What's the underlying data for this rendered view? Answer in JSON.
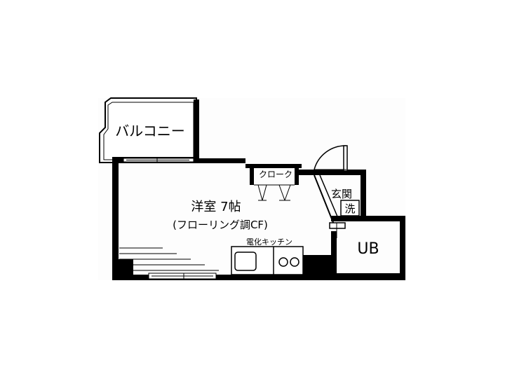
{
  "floorplan": {
    "rooms": {
      "balcony": "バルコニー",
      "western_room": "洋室 7帖",
      "western_room_floor": "(フローリング調CF)",
      "closet": "クローク",
      "entrance": "玄関",
      "washer": "洗",
      "kitchen": "電化キッチン",
      "unit_bath": "UB"
    },
    "colors": {
      "wall": "#000000",
      "background": "#ffffff",
      "floor": "#ffffff"
    }
  }
}
